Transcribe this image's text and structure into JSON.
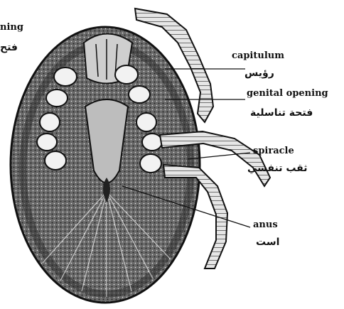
{
  "labels": {
    "opening_en": "ning",
    "opening_ar": "فتح",
    "capitulum_en": "capitulum",
    "capitulum_ar": "رؤيس",
    "genital_en": "genital opening",
    "genital_ar": "فتحة تناسلية",
    "spiracle_en": "spiracle",
    "spiracle_ar": "ثقب تنفسي",
    "anus_en": "anus",
    "anus_ar": "است"
  },
  "colors": {
    "ink": "#111111",
    "paper": "#ffffff"
  }
}
